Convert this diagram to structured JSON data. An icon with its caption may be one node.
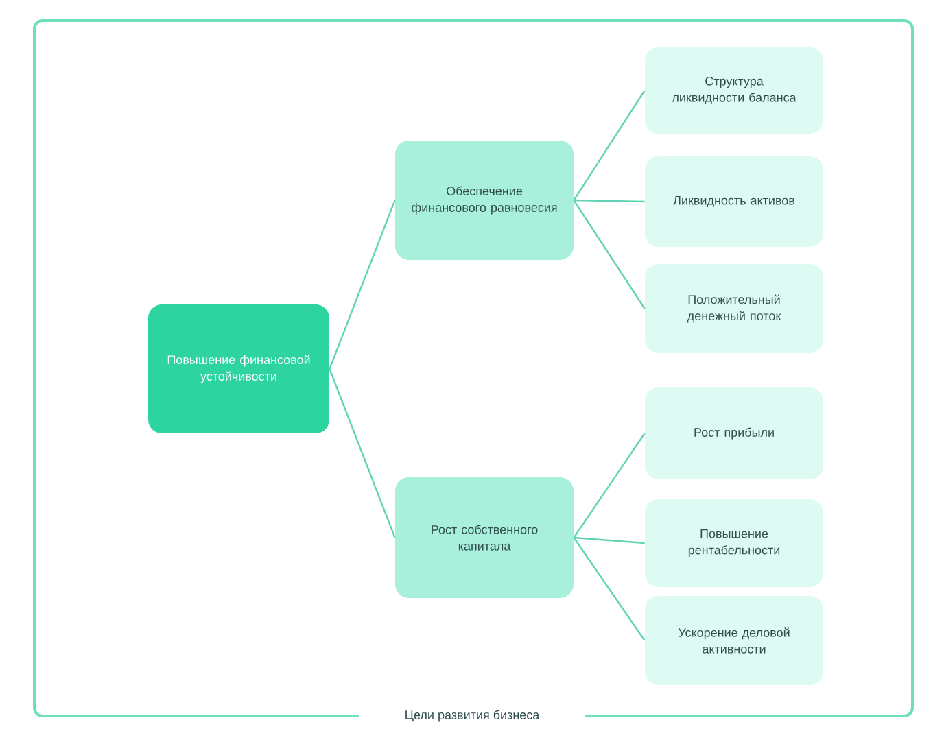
{
  "diagram": {
    "caption": "Цели развития бизнеса",
    "nodes": [
      {
        "text": [
          "Повышение финансовой устойчивости"
        ]
      },
      {
        "text": [
          "Обеспечение финансового равновесия"
        ]
      },
      {
        "text": [
          "Структура ликвидности баланса"
        ]
      },
      {
        "text": [
          "Ликвидность активов"
        ]
      },
      {
        "text": [
          "Положительный денежный поток"
        ]
      },
      {
        "text": [
          "Рост собственного капитала"
        ]
      },
      {
        "text": [
          "Рост прибыли"
        ]
      },
      {
        "text": [
          "Повышение рентабельности"
        ]
      },
      {
        "text": [
          "Ускорение деловой активности"
        ]
      }
    ],
    "edges": [
      {
        "from": 0,
        "to": 1,
        "arrow": "none"
      },
      {
        "from": 0,
        "to": 5,
        "arrow": "none"
      },
      {
        "from": 1,
        "to": 2,
        "arrow": "none"
      },
      {
        "from": 1,
        "to": 3,
        "arrow": "none"
      },
      {
        "from": 1,
        "to": 4,
        "arrow": "none"
      },
      {
        "from": 5,
        "to": 6,
        "arrow": "none"
      },
      {
        "from": 5,
        "to": 7,
        "arrow": "none"
      },
      {
        "from": 5,
        "to": 8,
        "arrow": "none"
      }
    ]
  }
}
